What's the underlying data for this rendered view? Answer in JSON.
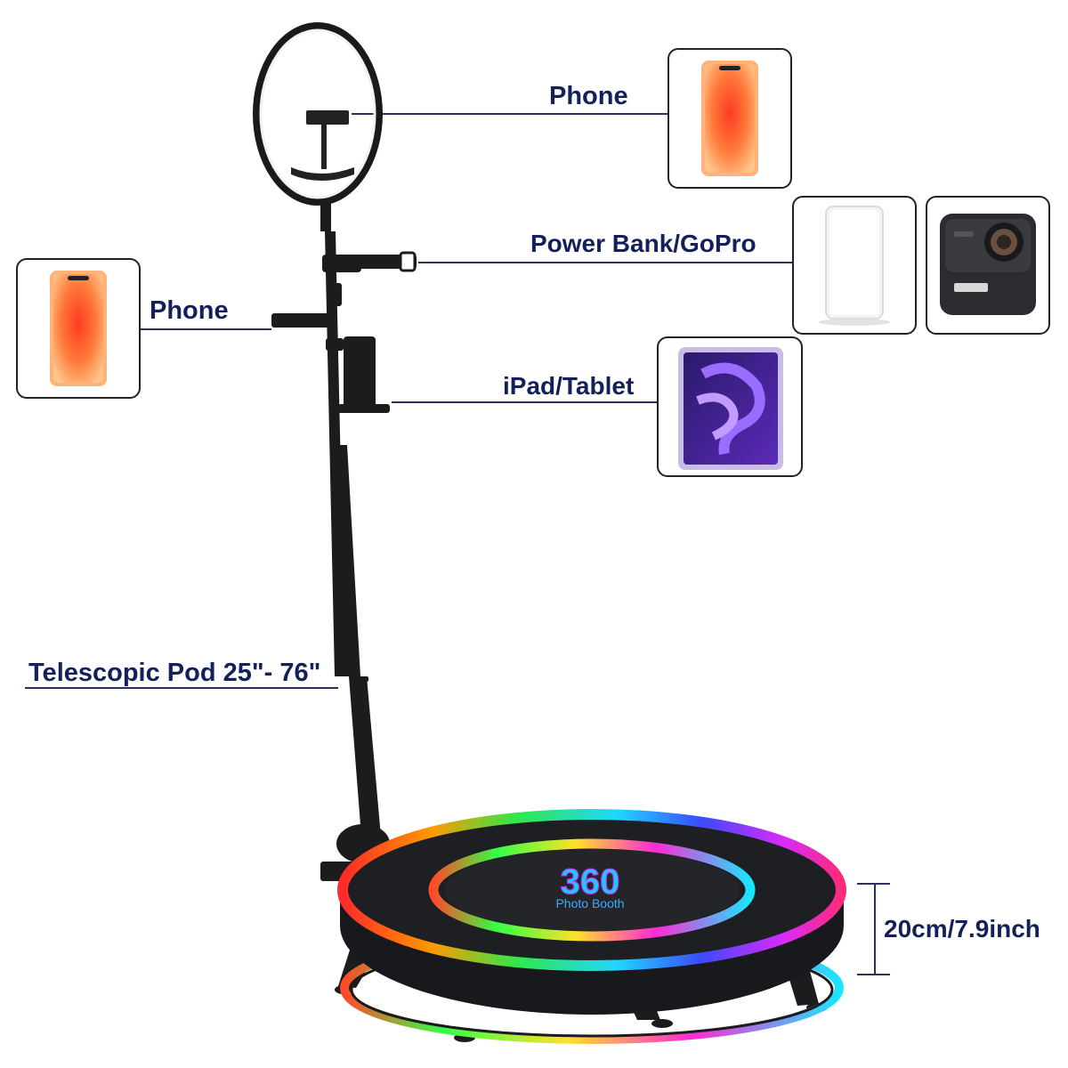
{
  "callouts": {
    "phone_top": "Phone",
    "power_bank": "Power Bank/GoPro",
    "phone_left": "Phone",
    "ipad": "iPad/Tablet",
    "pod": "Telescopic Pod 25\"- 76\"",
    "height": "20cm/7.9inch"
  },
  "platform_logo": {
    "number": "360",
    "subtitle": "Photo Booth"
  },
  "icons": {
    "phone_top": "smartphone-icon",
    "power_bank": "power-bank-icon",
    "gopro": "action-camera-icon",
    "ipad": "tablet-icon",
    "phone_left": "smartphone-icon"
  },
  "colors": {
    "label_text": "#14205a",
    "leader_line": "#2a2f5a",
    "stand": "#1c1c1e",
    "platform_top": "#1e1f22",
    "ipad_wallpaper": "#6a3fd0",
    "phone_screen": "#f04a2a"
  }
}
